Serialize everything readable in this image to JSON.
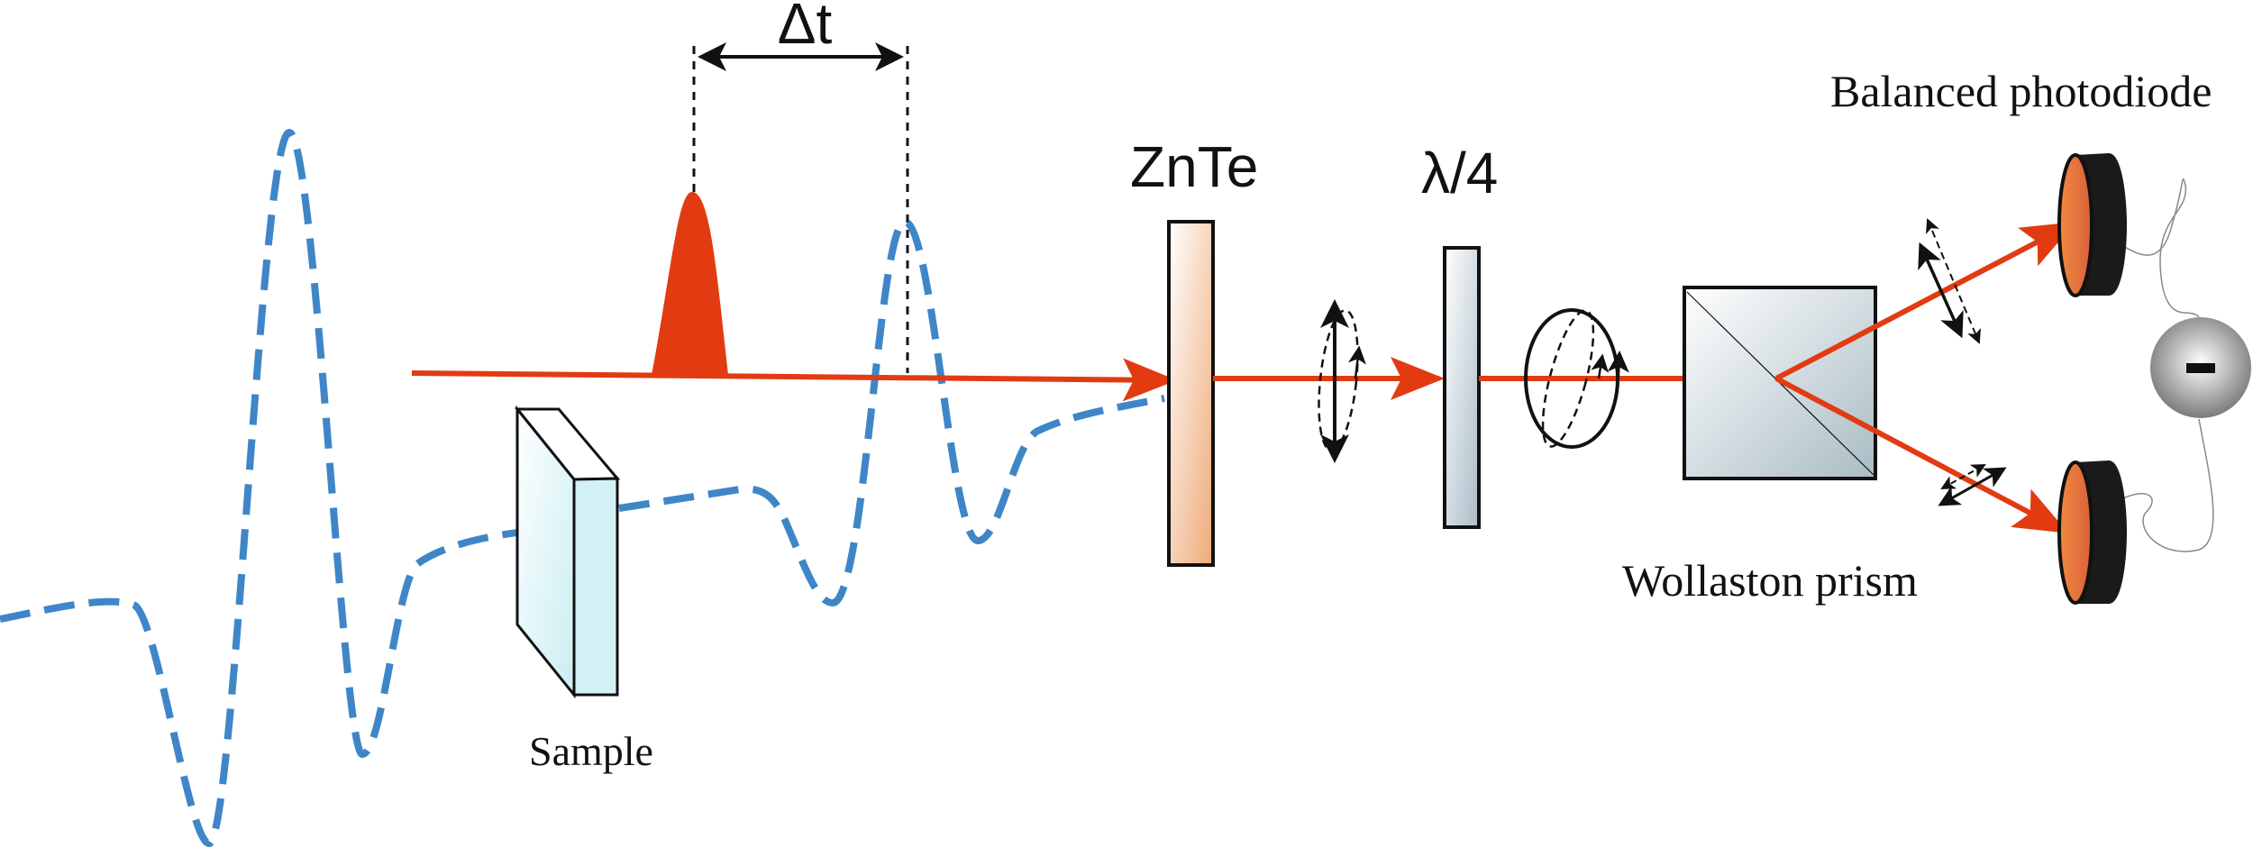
{
  "labels": {
    "delta_t": "Δt",
    "sample": "Sample",
    "znte": "ZnTe",
    "quarter_wave": "λ/4",
    "wollaston": "Wollaston prism",
    "photodiode": "Balanced photodiode",
    "minus_sign": "−"
  },
  "colors": {
    "thz_wave": "#3f86c8",
    "probe_beam": "#e23b12",
    "outline": "#111111"
  }
}
